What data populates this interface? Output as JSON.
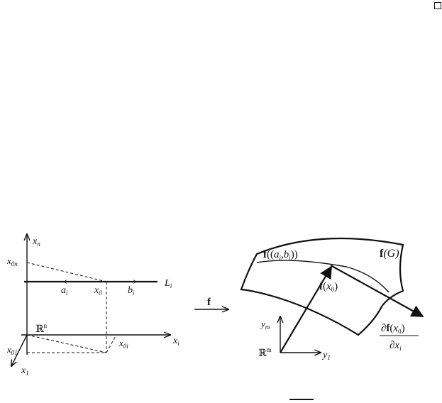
{
  "left_diagram": {
    "axis_xn": "x",
    "axis_xn_sub": "n",
    "x0n": "x",
    "x0n_sub": "0n",
    "a_i": "a",
    "a_i_sub": "i",
    "x0": "x",
    "x0_sub": "0",
    "b_i": "b",
    "b_i_sub": "i",
    "L_i": "L",
    "L_i_sub": "i",
    "Rn": "ℝ",
    "Rn_sup": "n",
    "x01": "x",
    "x01_sub": "01",
    "x0i": "x",
    "x0i_sub": "0i",
    "axis_xi": "x",
    "axis_xi_sub": "i",
    "axis_x1": "x",
    "axis_x1_sub": "1"
  },
  "mapping": {
    "f": "f"
  },
  "right_diagram": {
    "f_ab_bold": "f",
    "f_ab_open": "((",
    "a": "a",
    "a_sub": "i",
    "comma": ",",
    "b": "b",
    "b_sub": "i",
    "f_ab_close": "))",
    "fG_bold": "f",
    "fG_rest": "(G)",
    "fx0_bold": "f",
    "fx0_open": "(",
    "fx0_x": "x",
    "fx0_sub": "0",
    "fx0_close": ")",
    "ym": "y",
    "ym_sub": "m",
    "Rm": "ℝ",
    "Rm_sup": "m",
    "y1": "y",
    "y1_sub": "1",
    "deriv_num_d": "∂",
    "deriv_num_f": "f",
    "deriv_num_open": "(",
    "deriv_num_x": "x",
    "deriv_num_sub": "0",
    "deriv_num_close": ")",
    "deriv_den_d": "∂",
    "deriv_den_x": "x",
    "deriv_den_sub": "i"
  }
}
